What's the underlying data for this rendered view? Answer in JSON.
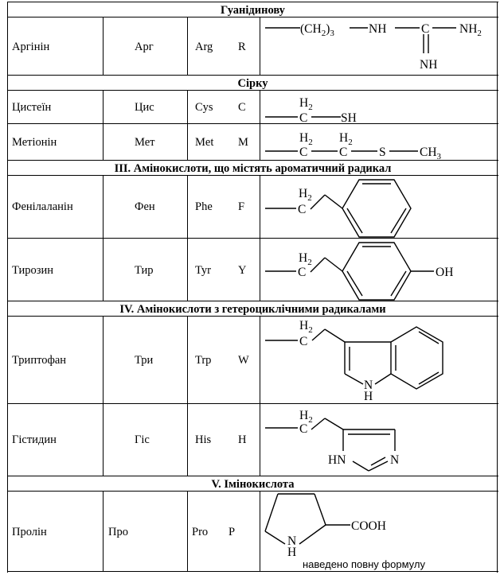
{
  "sections": {
    "guanidino": "Гуанідинову",
    "sulfur": "Сірку",
    "aromatic": "ІІІ. Амінокислоти, що містять ароматичний радикал",
    "heterocyclic": "IV. Амінокислоти з гетероциклічними радикалами",
    "imino": "V. Імінокислота"
  },
  "rows": {
    "arg": {
      "name": "Аргінін",
      "ua": "Арг",
      "en": "Arg",
      "code": "R"
    },
    "cys": {
      "name": "Цистеїн",
      "ua": "Цис",
      "en": "Cys",
      "code": "C"
    },
    "met": {
      "name": "Метіонін",
      "ua": "Мет",
      "en": "Met",
      "code": "M"
    },
    "phe": {
      "name": "Фенілаланін",
      "ua": "Фен",
      "en": "Phe",
      "code": "F"
    },
    "tyr": {
      "name": "Тирозин",
      "ua": "Тир",
      "en": "Tyr",
      "code": "Y"
    },
    "trp": {
      "name": "Триптофан",
      "ua": "Три",
      "en": "Trp",
      "code": "W"
    },
    "his": {
      "name": "Гістидин",
      "ua": "Гіс",
      "en": "His",
      "code": "H"
    },
    "pro": {
      "name": "Пролін",
      "ua": "Про",
      "en": "Pro",
      "code": "P"
    }
  },
  "formulas": {
    "arg": {
      "ch2": "(CH",
      "sub2": "2",
      "close": ")",
      "sub3": "3",
      "nh": "NH",
      "c": "C",
      "nh2": "NH",
      "nh2_sub": "2",
      "nh_bottom": "NH"
    },
    "cys": {
      "h": "H",
      "h_sub": "2",
      "c": "C",
      "sh": "SH"
    },
    "met": {
      "h": "H",
      "h_sub": "2",
      "c": "C",
      "s": "S",
      "ch3": "CH",
      "ch3_sub": "3"
    },
    "phe": {
      "h": "H",
      "h_sub": "2",
      "c": "C"
    },
    "tyr": {
      "h": "H",
      "h_sub": "2",
      "c": "C",
      "oh": "OH"
    },
    "trp": {
      "h": "H",
      "h_sub": "2",
      "c": "C",
      "n": "N",
      "nh_h": "H"
    },
    "his": {
      "h": "H",
      "h_sub": "2",
      "c": "C",
      "hn": "HN",
      "n": "N"
    },
    "pro": {
      "cooh": "COOH",
      "n": "N",
      "nh_h": "H",
      "note": "наведено повну формулу"
    }
  }
}
